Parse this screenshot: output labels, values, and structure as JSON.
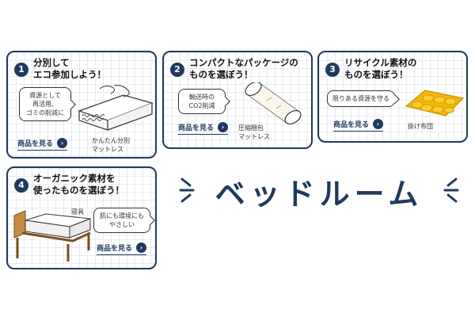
{
  "colors": {
    "navy": "#1f3a5f",
    "mattress_yellow": "#f5b800",
    "bed_wood": "#c88a45"
  },
  "cards": [
    {
      "number": "1",
      "title_lines": [
        "分別して",
        "エコ参加しよう！"
      ],
      "bubble_lines": [
        "資源として",
        "再活用、",
        "ゴミの削減に"
      ],
      "button_label": "商品を見る",
      "caption_lines": [
        "かんたん分別",
        "マットレス"
      ],
      "illustration": "spring-mattress-icon"
    },
    {
      "number": "2",
      "title_lines": [
        "コンパクトなパッケージの",
        "ものを選ぼう！"
      ],
      "bubble_lines": [
        "輸送時の",
        "CO2削減"
      ],
      "button_label": "商品を見る",
      "caption_lines": [
        "圧縮梱包",
        "マットレス"
      ],
      "illustration": "rolled-mattress-icon"
    },
    {
      "number": "3",
      "title_lines": [
        "リサイクル素材の",
        "ものを選ぼう！"
      ],
      "bubble_lines": [
        "限りある資源を守る"
      ],
      "button_label": "商品を見る",
      "caption_lines": [
        "掛け布団"
      ],
      "illustration": "comforter-icon"
    },
    {
      "number": "4",
      "title_lines": [
        "オーガニック素材を",
        "使ったものを選ぼう！"
      ],
      "bubble_lines": [
        "肌にも環境にも",
        "やさしい"
      ],
      "button_label": "商品を見る",
      "caption_lines": [
        "寝具"
      ],
      "illustration": "bed-icon"
    }
  ],
  "brand": {
    "title": "ベッドルーム"
  }
}
